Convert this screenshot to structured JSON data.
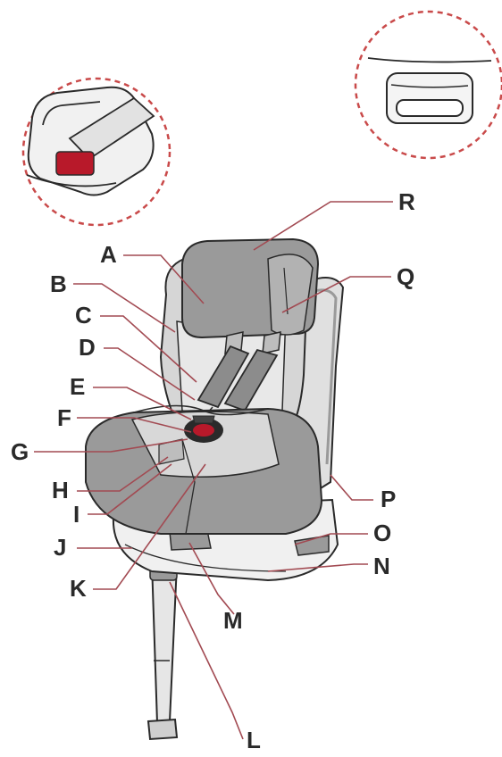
{
  "labels": {
    "A": "A",
    "B": "B",
    "C": "C",
    "D": "D",
    "E": "E",
    "F": "F",
    "G": "G",
    "H": "H",
    "I": "I",
    "J": "J",
    "K": "K",
    "L": "L",
    "M": "M",
    "N": "N",
    "O": "O",
    "P": "P",
    "Q": "Q",
    "R": "R"
  },
  "colors": {
    "line": "#2a2a2a",
    "leader": "#a24a52",
    "callout_circle": "#c94a4a",
    "fabric_dark": "#9a9a9a",
    "fabric_light": "#cfcfcf",
    "shell": "#e9e9e9",
    "buckle_red": "#b8192a"
  }
}
